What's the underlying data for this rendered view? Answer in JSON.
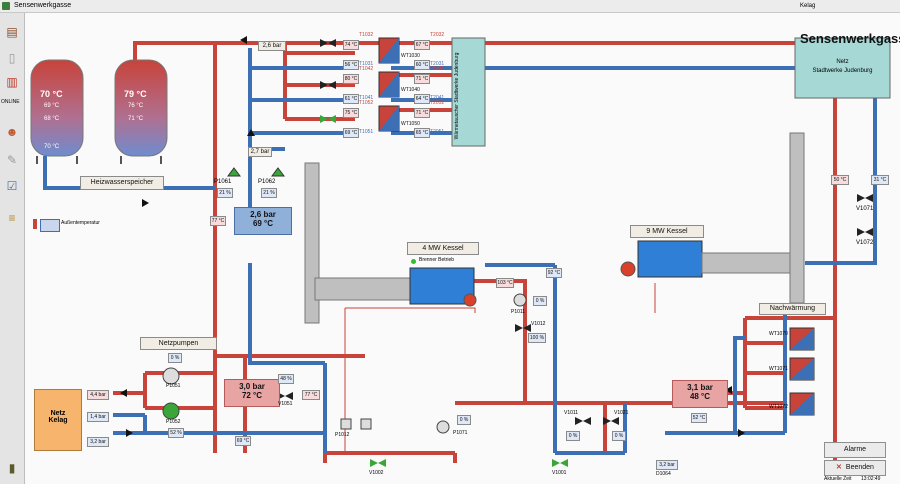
{
  "window": {
    "title": "Sensenwerkgasse",
    "right_label": "Kelag"
  },
  "page_title": "Sensenwerkgasse",
  "sidebar": {
    "online": "ONLINE"
  },
  "outside_temp_label": "Außentemperatur",
  "tanks": {
    "t1": {
      "top": "70 °C",
      "mid": "69 °C",
      "low": "68 °C",
      "bottom": "70 °C"
    },
    "t2": {
      "top": "79 °C",
      "mid": "76 °C",
      "low": "71 °C"
    },
    "label": "Heizwasserspeicher"
  },
  "pressure_top": "2,6 bar",
  "pressure_mid": "2,7 bar",
  "p1061": "P1061",
  "p1062": "P1062",
  "p1061_val": "21 %",
  "p1062_val": "21 %",
  "main_bus": {
    "bar": "2,6 bar",
    "temp": "69 °C"
  },
  "supply_temp_left": "77 °C",
  "heat_exchangers": [
    {
      "id": "WT1030",
      "in_top": "74 °C",
      "in_bot": "56 °C",
      "out_top": "T2032",
      "out_bot": "T2031",
      "tag_top": "T1032",
      "tag_bot": "T1031",
      "val_top": "67 °C",
      "val_bot": "60 °C"
    },
    {
      "id": "WT1040",
      "in_top": "80 °C",
      "in_bot": "61 °C",
      "out_top": "T2042",
      "out_bot": "T2041",
      "tag_top": "T1042",
      "tag_bot": "T1041",
      "val_top": "71 °C",
      "val_bot": "64 °C"
    },
    {
      "id": "WT1050",
      "in_top": "75 °C",
      "in_bot": "69 °C",
      "out_top": "T2052",
      "out_bot": "T2051",
      "tag_top": "T1052",
      "tag_bot": "T1051",
      "val_top": "71 °C",
      "val_bot": "65 °C"
    }
  ],
  "waermetauscher": "Wärmetauscher Stadtwerke Judenburg",
  "netz_top": {
    "line1": "Netz",
    "line2": "Stadtwerke Judenburg"
  },
  "right_temps": {
    "t1": "50 °C",
    "t2": "31 °C"
  },
  "v1071": "V1071",
  "v1072": "V1072",
  "kessel4": {
    "name": "4 MW Kessel",
    "status": "Brenner Betrieb",
    "temp": "103 °C",
    "flow": "92 °C",
    "p1011": "P1011",
    "p1011_val": "0 %",
    "v1012": "V1012",
    "v1012_val": "100 %"
  },
  "kessel9": {
    "name": "9 MW Kessel"
  },
  "nachwaermung": {
    "label": "Nachwärmung",
    "items": [
      "WT1070",
      "WT1071",
      "WT1072"
    ]
  },
  "netzpumpen": {
    "label": "Netzpumpen",
    "p1051": "P1051",
    "p1052": "P1052",
    "p1051_val": "0 %",
    "p1052_val": "52 %"
  },
  "left_bus": {
    "bar": "3,0 bar",
    "temp": "72 °C"
  },
  "right_bus": {
    "bar": "3,1 bar",
    "temp": "48 °C"
  },
  "netz_kelag": {
    "line1": "Netz",
    "line2": "Kelag"
  },
  "kelag_values": {
    "a": "4,4 bar",
    "b": "1,4 bar",
    "c": "3,2 bar"
  },
  "v1051": "V1051",
  "v1051_val": "48 %",
  "v1051_temp": "77 °C",
  "bottom_temps": {
    "t1": "69 °C",
    "t2": "52 %"
  },
  "v1011": "V1011",
  "v1011_val": "0 %",
  "v1021": "V1021",
  "v1021_val": "0 %",
  "p1071": "P1071",
  "p1071_val": "0 %",
  "p1012": "P1012",
  "v1002": "V1002",
  "v1001": "V1001",
  "d1064": "D1064",
  "d1064_val": "3,2 bar",
  "right_low_temp": "52 °C",
  "buttons": {
    "alarme": "Alarme",
    "beenden": "Beenden"
  },
  "clock": {
    "label": "Aktuelle Zeit",
    "time": "13:02:49"
  },
  "colors": {
    "hot": "#c8433a",
    "cold": "#3d6fb5",
    "tank_top": "#c8433a",
    "tank_bottom": "#6f8ccf"
  }
}
